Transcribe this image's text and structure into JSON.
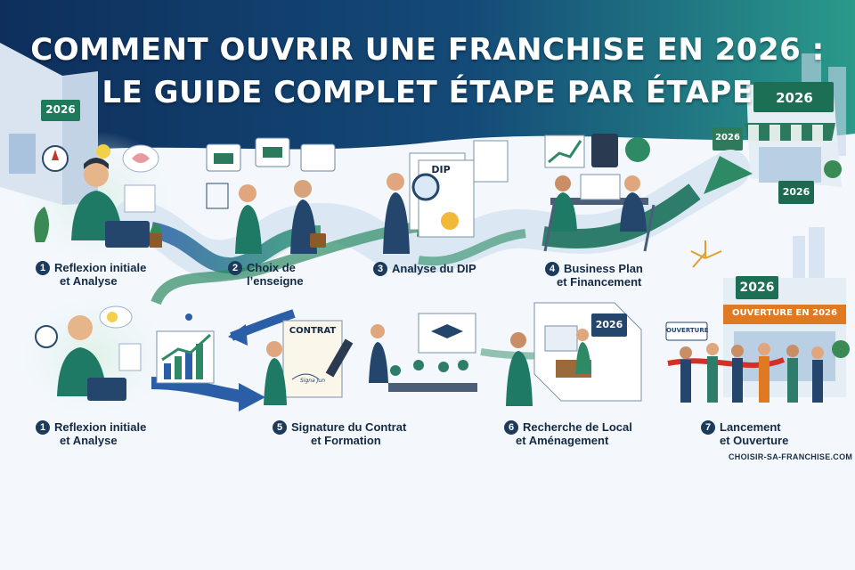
{
  "title": {
    "line1": "COMMENT OUVRIR UNE FRANCHISE EN 2026 :",
    "line2": "LE GUIDE COMPLET ÉTAPE PAR ÉTAPE"
  },
  "steps": [
    {
      "number": "1",
      "line1": "Reflexion initiale",
      "line2": "et Analyse"
    },
    {
      "number": "2",
      "line1": "Choix de",
      "line2": "l’enseigne"
    },
    {
      "number": "3",
      "line1": "Analyse du DIP",
      "line2": ""
    },
    {
      "number": "4",
      "line1": "Business Plan",
      "line2": "et Financement"
    },
    {
      "number": "1",
      "line1": "Reflexion initiale",
      "line2": "et Analyse"
    },
    {
      "number": "5",
      "line1": "Signature du Contrat",
      "line2": "et Formation"
    },
    {
      "number": "6",
      "line1": "Recherche de Local",
      "line2": "et Aménagement"
    },
    {
      "number": "7",
      "line1": "Lancement",
      "line2": "et Ouverture"
    }
  ],
  "signs": {
    "building_left": "2026",
    "building_right": "2026",
    "building_right_small": "2026",
    "flag": "2026",
    "local_sign": "2026",
    "store_sign": "2026",
    "store_banner": "OUVERTURE EN 2026",
    "ouverture_placard": "OUVERTURE",
    "dip_doc": "DIP",
    "contrat_doc": "CONTRAT",
    "signature": "Signa Jun"
  },
  "footer": "CHOISIR-SA-FRANCHISE.COM",
  "colors": {
    "header_navy": "#0e2f5c",
    "header_teal": "#1f8a86",
    "arrow_green": "#2e8a64",
    "arrow_blue": "#2a5fa8",
    "badge": "#1b3a5c",
    "text": "#132a44"
  }
}
